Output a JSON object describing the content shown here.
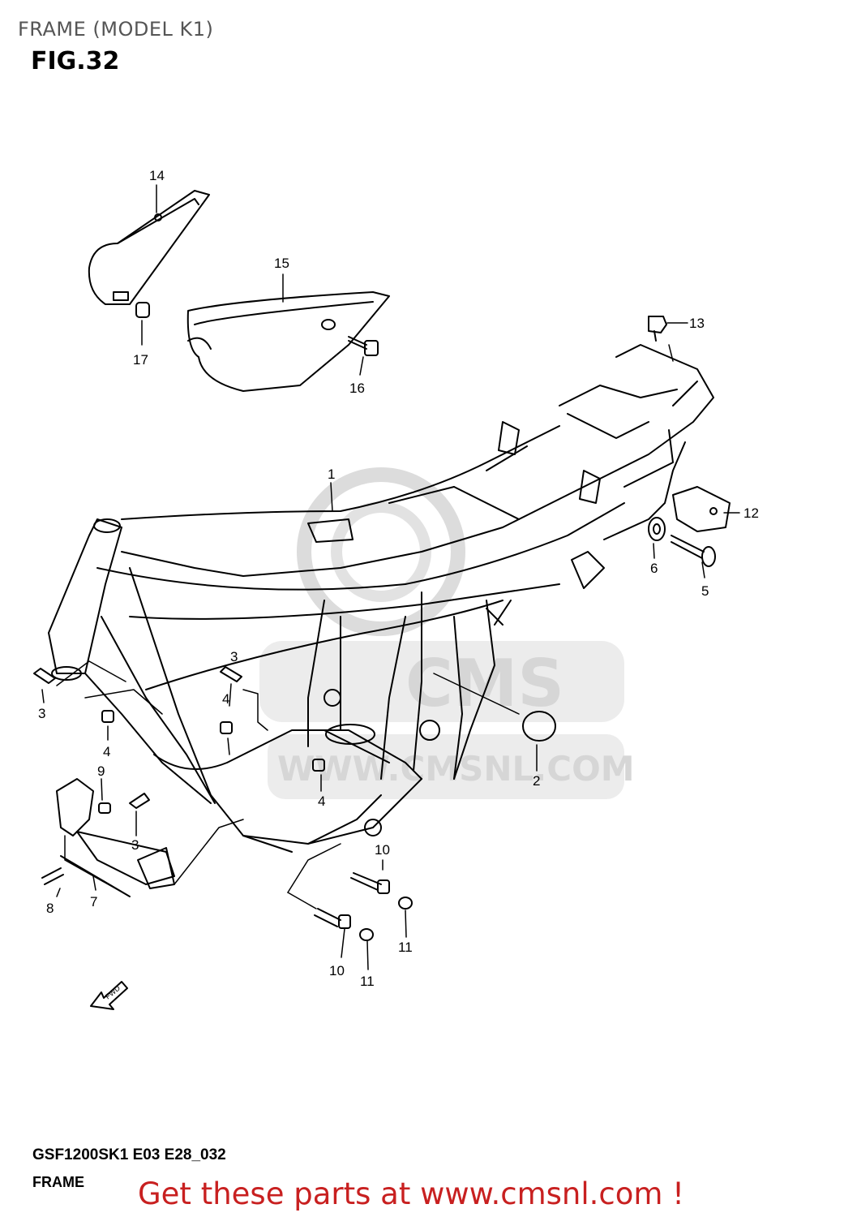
{
  "header": {
    "title": "FRAME (MODEL K1)",
    "figure": "FIG.32"
  },
  "callouts": [
    {
      "id": "c14",
      "label": "14"
    },
    {
      "id": "c15",
      "label": "15"
    },
    {
      "id": "c17",
      "label": "17"
    },
    {
      "id": "c16",
      "label": "16"
    },
    {
      "id": "c13",
      "label": "13"
    },
    {
      "id": "c1",
      "label": "1"
    },
    {
      "id": "c12",
      "label": "12"
    },
    {
      "id": "c6",
      "label": "6"
    },
    {
      "id": "c5",
      "label": "5"
    },
    {
      "id": "c3a",
      "label": "3"
    },
    {
      "id": "c3b",
      "label": "3"
    },
    {
      "id": "c4a",
      "label": "4"
    },
    {
      "id": "c4b",
      "label": "4"
    },
    {
      "id": "c9",
      "label": "9"
    },
    {
      "id": "c3c",
      "label": "3"
    },
    {
      "id": "c4c",
      "label": "4"
    },
    {
      "id": "c2",
      "label": "2"
    },
    {
      "id": "c10a",
      "label": "10"
    },
    {
      "id": "c8",
      "label": "8"
    },
    {
      "id": "c7",
      "label": "7"
    },
    {
      "id": "c11a",
      "label": "11"
    },
    {
      "id": "c10b",
      "label": "10"
    },
    {
      "id": "c11b",
      "label": "11"
    }
  ],
  "arrow_label": "FWD",
  "watermark": {
    "brand": "CMS",
    "url": "WWW.CMSNL.COM"
  },
  "footer": {
    "code": "GSF1200SK1 E03 E28_032",
    "name": "FRAME"
  },
  "promo": "Get these parts at www.cmsnl.com !",
  "colors": {
    "promo": "#c82020",
    "watermark": "#d9d9d9",
    "line": "#000000"
  }
}
